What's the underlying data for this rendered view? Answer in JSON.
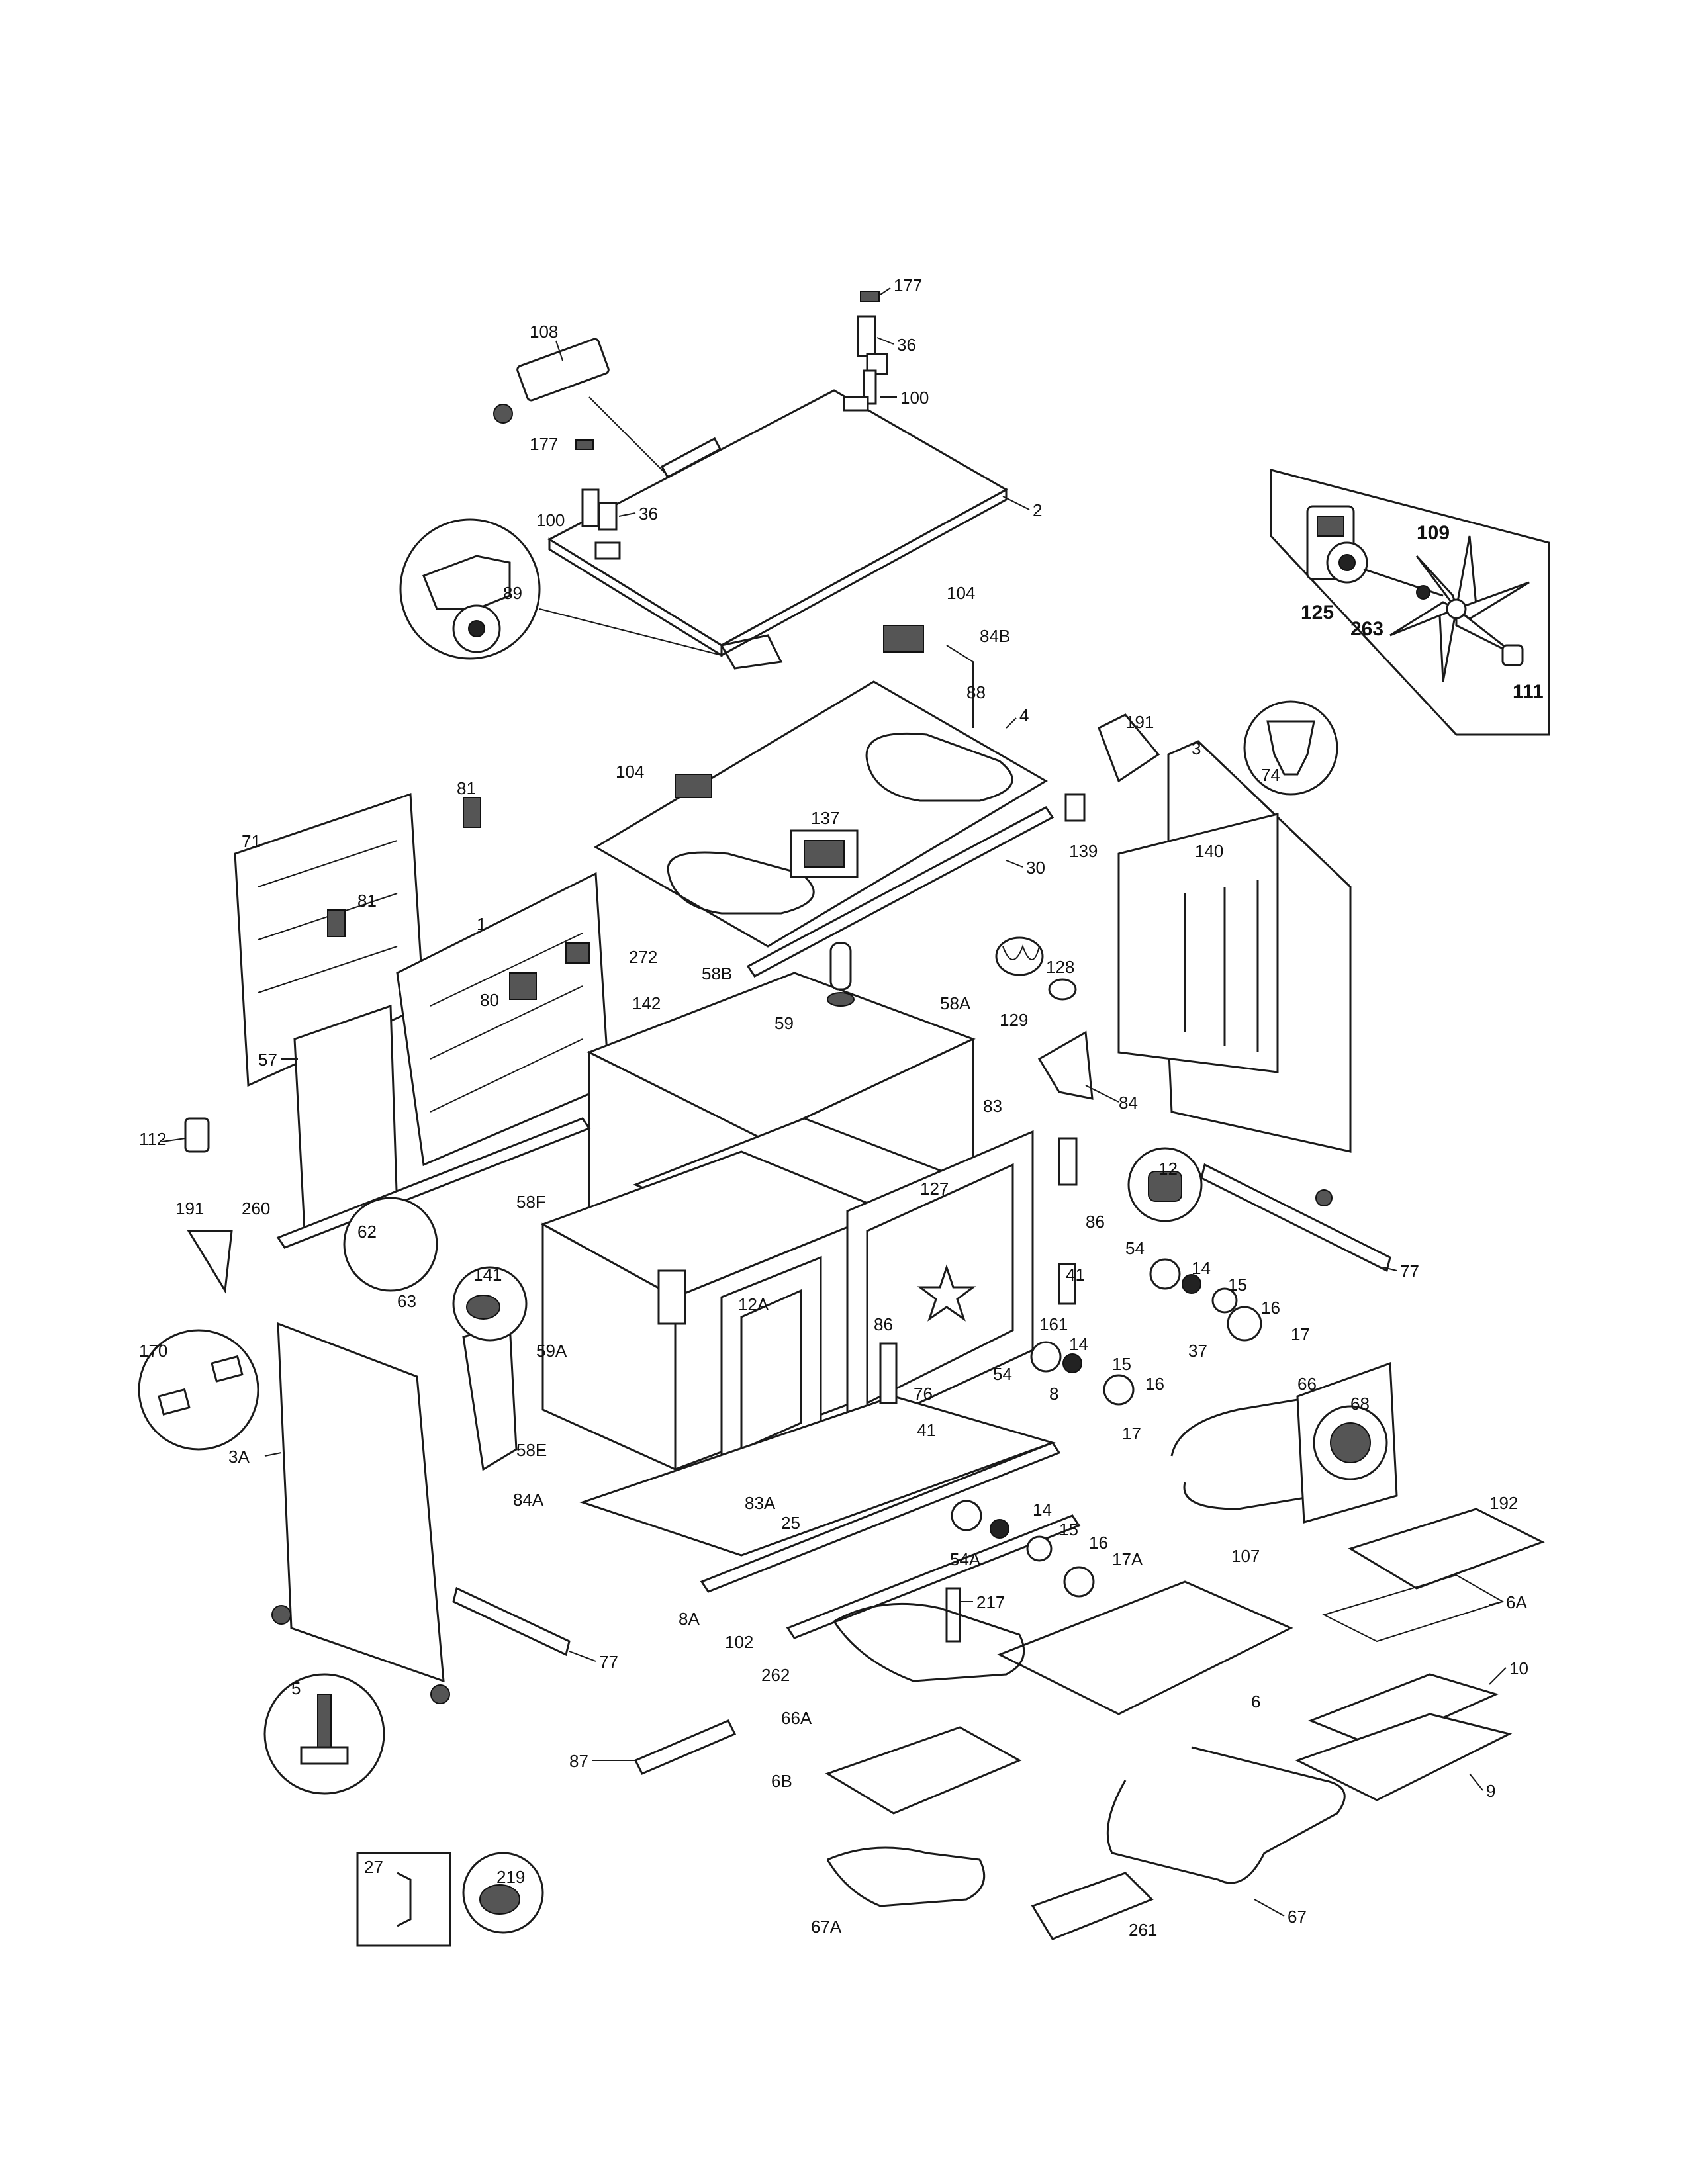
{
  "labels": {
    "p177a": "177",
    "p36a": "36",
    "p100a": "100",
    "p108": "108",
    "p177b": "177",
    "p100b": "100",
    "p36b": "36",
    "p2": "2",
    "p89": "89",
    "p104a": "104",
    "p84b": "84B",
    "p88": "88",
    "p4": "4",
    "p125": "125",
    "p109": "109",
    "p263": "263",
    "p111": "111",
    "p191a": "191",
    "p3": "3",
    "p74": "74",
    "p81a": "81",
    "p71": "71",
    "p104b": "104",
    "p137": "137",
    "p139": "139",
    "p30": "30",
    "p140": "140",
    "p81b": "81",
    "p1": "1",
    "p272": "272",
    "p58b": "58B",
    "p58a": "58A",
    "p80": "80",
    "p142": "142",
    "p59": "59",
    "p128": "128",
    "p129": "129",
    "p57": "57",
    "p84": "84",
    "p112": "112",
    "p83": "83",
    "p12": "12",
    "p191b": "191",
    "p260": "260",
    "p58f": "58F",
    "p62": "62",
    "p63": "63",
    "p127": "127",
    "p86a": "86",
    "p54a": "54",
    "p14a": "14",
    "p15a": "15",
    "p16a": "16",
    "p17a": "17",
    "p41a": "41",
    "p77a": "77",
    "p141": "141",
    "p12a": "12A",
    "p86b": "86",
    "p161": "161",
    "p37": "37",
    "p170": "170",
    "p59a": "59A",
    "p54b": "54",
    "p14b": "14",
    "p15b": "15",
    "p16b": "16",
    "p66": "66",
    "p68": "68",
    "p3a": "3A",
    "p84a": "84A",
    "p58e": "58E",
    "p76": "76",
    "p8": "8",
    "p17b": "17",
    "p41b": "41",
    "p83a": "83A",
    "p25": "25",
    "p14c": "14",
    "p15c": "15",
    "p54c": "54A",
    "p16c": "16",
    "p107": "107",
    "p192": "192",
    "p17c": "17A",
    "p8a": "8A",
    "p102": "102",
    "p217": "217",
    "p6a": "6A",
    "p77b": "77",
    "p262": "262",
    "p10": "10",
    "p5": "5",
    "p66a": "66A",
    "p6": "6",
    "p87": "87",
    "p6b": "6B",
    "p9": "9",
    "p27": "27",
    "p219": "219",
    "p67a": "67A",
    "p261": "261",
    "p67": "67"
  }
}
